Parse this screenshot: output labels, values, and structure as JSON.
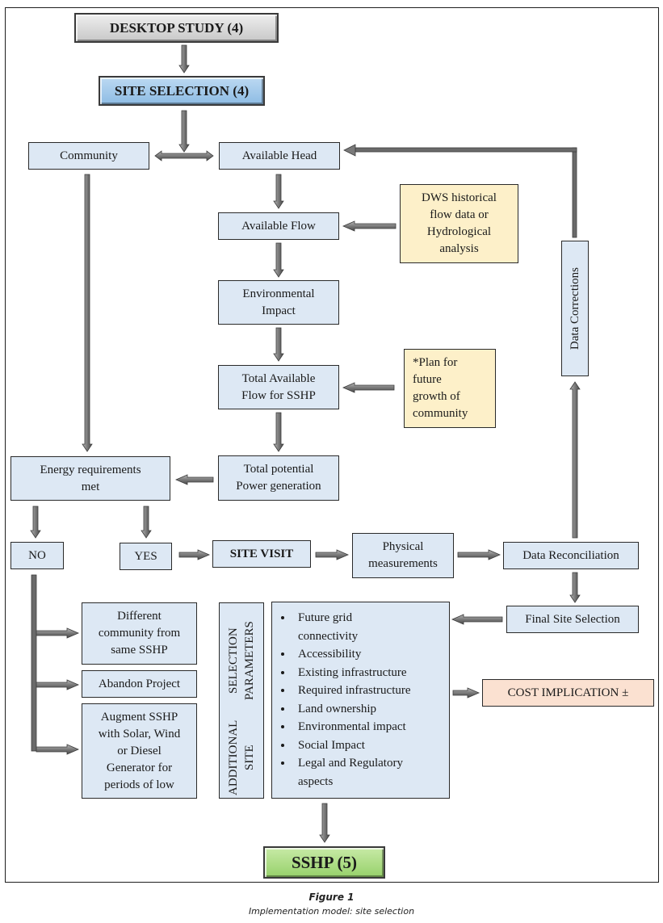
{
  "diagram": {
    "nodes": {
      "desktop_study": "DESKTOP STUDY (4)",
      "site_selection": "SITE SELECTION (4)",
      "community": "Community",
      "available_head": "Available Head",
      "available_flow": "Available Flow",
      "dws_data": [
        "DWS historical",
        "flow data or",
        "Hydrological",
        "analysis"
      ],
      "environmental_impact": [
        "Environmental",
        "Impact"
      ],
      "total_available_flow": [
        "Total Available",
        "Flow for SSHP"
      ],
      "plan_future_growth": [
        "*Plan for",
        "future",
        "growth of",
        "community"
      ],
      "energy_requirements": [
        "Energy requirements",
        "met"
      ],
      "total_potential_power": [
        "Total potential",
        "Power generation"
      ],
      "no": "NO",
      "yes": "YES",
      "site_visit": "SITE VISIT",
      "physical_measurements": [
        "Physical",
        "measurements"
      ],
      "data_reconciliation": "Data Reconciliation",
      "data_corrections": "Data Corrections",
      "final_site_selection": "Final Site Selection",
      "different_community": [
        "Different",
        "community from",
        "same SSHP"
      ],
      "abandon_project": "Abandon Project",
      "augment_sshp": [
        "Augment SSHP",
        "with Solar, Wind",
        "or Diesel",
        "Generator for",
        "periods of low"
      ],
      "additional_params_label": [
        "ADDITIONAL SITE",
        "SELECTION PARAMETERS"
      ],
      "parameters": [
        "Future grid connectivity",
        "Accessibility",
        "Existing infrastructure",
        "Required infrastructure",
        "Land ownership",
        "Environmental impact",
        "Social Impact",
        "Legal and Regulatory aspects"
      ],
      "cost_implication": "COST IMPLICATION ±",
      "sshp": "SSHP (5)"
    },
    "edges": [
      {
        "from": "desktop_study",
        "to": "site_selection"
      },
      {
        "from": "site_selection",
        "to": "community"
      },
      {
        "from": "site_selection",
        "to": "available_head"
      },
      {
        "from": "available_head",
        "to": "available_flow"
      },
      {
        "from": "dws_data",
        "to": "available_flow"
      },
      {
        "from": "available_flow",
        "to": "environmental_impact"
      },
      {
        "from": "environmental_impact",
        "to": "total_available_flow"
      },
      {
        "from": "plan_future_growth",
        "to": "total_available_flow"
      },
      {
        "from": "total_available_flow",
        "to": "total_potential_power"
      },
      {
        "from": "total_potential_power",
        "to": "energy_requirements"
      },
      {
        "from": "community",
        "to": "energy_requirements"
      },
      {
        "from": "energy_requirements",
        "to": "no"
      },
      {
        "from": "energy_requirements",
        "to": "yes"
      },
      {
        "from": "yes",
        "to": "site_visit"
      },
      {
        "from": "site_visit",
        "to": "physical_measurements"
      },
      {
        "from": "physical_measurements",
        "to": "data_reconciliation"
      },
      {
        "from": "data_reconciliation",
        "to": "data_corrections"
      },
      {
        "from": "data_corrections",
        "to": "available_head"
      },
      {
        "from": "data_reconciliation",
        "to": "final_site_selection"
      },
      {
        "from": "final_site_selection",
        "to": "parameters"
      },
      {
        "from": "parameters",
        "to": "cost_implication"
      },
      {
        "from": "parameters",
        "to": "sshp"
      },
      {
        "from": "no",
        "to": "different_community"
      },
      {
        "from": "no",
        "to": "abandon_project"
      },
      {
        "from": "no",
        "to": "augment_sshp"
      }
    ],
    "colors": {
      "process_fill": "#dde8f4",
      "input_fill": "#fdf0c9",
      "cost_fill": "#fbe1d1",
      "desktop_fill": "#d9d9d9",
      "site_selection_fill": "#9dc6ea",
      "sshp_fill": "#a9dc80",
      "arrow": "#7a7a7a"
    }
  },
  "caption": {
    "title": "Figure 1",
    "text": "Implementation model: site selection"
  }
}
